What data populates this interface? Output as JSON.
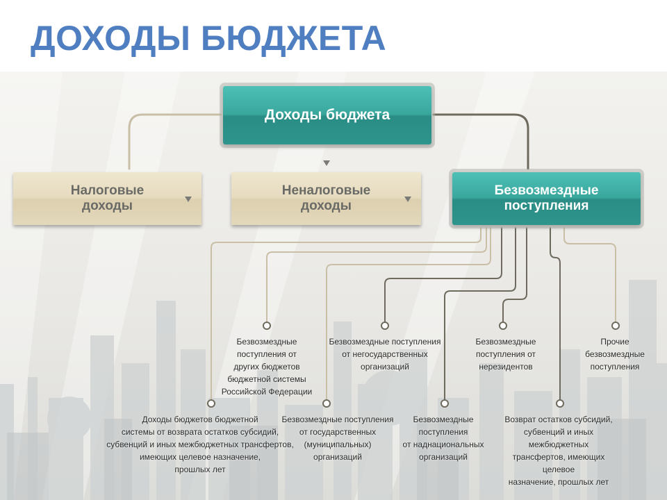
{
  "title": "ДОХОДЫ БЮДЖЕТА",
  "root": {
    "label": "Доходы бюджета"
  },
  "categories": [
    {
      "label": "Налоговые\nдоходы"
    },
    {
      "label": "Неналоговые\nдоходы"
    },
    {
      "label": "Безвозмездные\nпоступления"
    }
  ],
  "leaves": [
    {
      "label": "Безвозмездные\nпоступления от\nдругих бюджетов\nбюджетной системы\nРоссийской Федерации"
    },
    {
      "label": "Безвозмездные поступления\nот негосударственных\nорганизаций"
    },
    {
      "label": "Безвозмездные\nпоступления от\nнерезидентов"
    },
    {
      "label": "Прочие\nбезвозмездные\nпоступления"
    },
    {
      "label": "Доходы бюджетов бюджетной\nсистемы от возврата остатков субсидий,\nсубвенций и иных межбюджетных трансфертов,\nимеющих целевое назначение,\nпрошлых лет"
    },
    {
      "label": "Безвозмездные поступления\nот государственных\n(муниципальных)\nорганизаций"
    },
    {
      "label": "Безвозмездные\nпоступления\nот наднациональных\nорганизаций"
    },
    {
      "label": "Возврат остатков субсидий,\nсубвенций и иных\nмежбюджетных\nтрансфертов, имеющих\nцелевое\nназначение, прошлых лет"
    }
  ],
  "colors": {
    "title": "#4f7fc1",
    "teal": "#3aa79d",
    "beige": "#e6dbbf",
    "connector_light": "#c9bfa6",
    "connector_dark": "#6e6a5e"
  }
}
